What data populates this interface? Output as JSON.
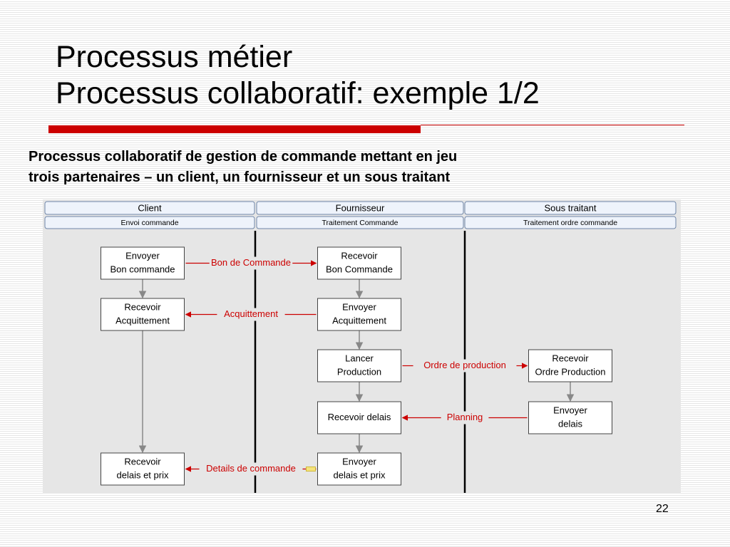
{
  "slide": {
    "title_line1": "Processus métier",
    "title_line2": "Processus collaboratif: exemple 1/2",
    "subtitle_line1": "Processus collaboratif de gestion de commande mettant en jeu",
    "subtitle_line2": "trois partenaires – un client, un fournisseur et un sous traitant",
    "page_number": "22"
  },
  "colors": {
    "accent_red": "#cc0000",
    "message_red": "#cc0000",
    "diagram_bg": "#e6e6e6"
  },
  "diagram": {
    "lanes": [
      {
        "id": "client",
        "name": "Client",
        "process": "Envoi commande"
      },
      {
        "id": "fournisseur",
        "name": "Fournisseur",
        "process": "Traitement Commande"
      },
      {
        "id": "sous-traitant",
        "name": "Sous traitant",
        "process": "Traitement ordre commande"
      }
    ],
    "activities": [
      {
        "id": "envoyer-bon-commande",
        "lane": "client",
        "row": 0,
        "lines": [
          "Envoyer",
          "Bon commande"
        ]
      },
      {
        "id": "recevoir-acquittement",
        "lane": "client",
        "row": 1,
        "lines": [
          "Recevoir",
          "Acquittement"
        ]
      },
      {
        "id": "recevoir-delais-prix",
        "lane": "client",
        "row": 4,
        "lines": [
          "Recevoir",
          "delais et prix"
        ]
      },
      {
        "id": "recevoir-bon-commande",
        "lane": "fournisseur",
        "row": 0,
        "lines": [
          "Recevoir",
          "Bon Commande"
        ]
      },
      {
        "id": "envoyer-acquittement",
        "lane": "fournisseur",
        "row": 1,
        "lines": [
          "Envoyer",
          "Acquittement"
        ]
      },
      {
        "id": "lancer-production",
        "lane": "fournisseur",
        "row": 2,
        "lines": [
          "Lancer",
          "Production"
        ]
      },
      {
        "id": "recevoir-delais",
        "lane": "fournisseur",
        "row": 3,
        "lines": [
          "Recevoir delais"
        ]
      },
      {
        "id": "envoyer-delais-prix",
        "lane": "fournisseur",
        "row": 4,
        "lines": [
          "Envoyer",
          "delais et prix"
        ]
      },
      {
        "id": "recevoir-ordre-production",
        "lane": "sous-traitant",
        "row": 2,
        "lines": [
          "Recevoir",
          "Ordre Production"
        ]
      },
      {
        "id": "envoyer-delais",
        "lane": "sous-traitant",
        "row": 3,
        "lines": [
          "Envoyer",
          "delais"
        ]
      }
    ],
    "flows": [
      {
        "from": "envoyer-bon-commande",
        "to": "recevoir-acquittement"
      },
      {
        "from": "recevoir-acquittement",
        "to": "recevoir-delais-prix"
      },
      {
        "from": "recevoir-bon-commande",
        "to": "envoyer-acquittement"
      },
      {
        "from": "envoyer-acquittement",
        "to": "lancer-production"
      },
      {
        "from": "lancer-production",
        "to": "recevoir-delais"
      },
      {
        "from": "recevoir-delais",
        "to": "envoyer-delais-prix"
      },
      {
        "from": "recevoir-ordre-production",
        "to": "envoyer-delais"
      }
    ],
    "messages": [
      {
        "label": "Bon de Commande",
        "from": "envoyer-bon-commande",
        "to": "recevoir-bon-commande"
      },
      {
        "label": "Acquittement",
        "from": "envoyer-acquittement",
        "to": "recevoir-acquittement"
      },
      {
        "label": "Ordre de production",
        "from": "lancer-production",
        "to": "recevoir-ordre-production"
      },
      {
        "label": "Planning",
        "from": "envoyer-delais",
        "to": "recevoir-delais"
      },
      {
        "label": "Details de commande",
        "from": "envoyer-delais-prix",
        "to": "recevoir-delais-prix"
      }
    ]
  }
}
